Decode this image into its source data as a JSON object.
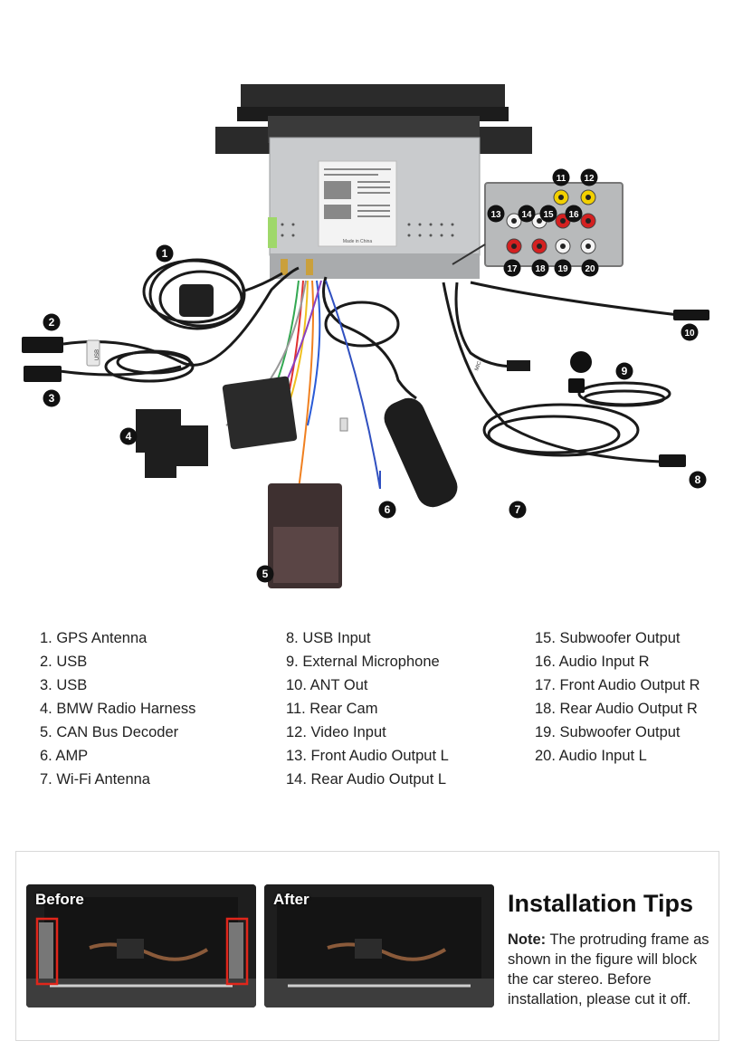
{
  "callouts": [
    "1",
    "2",
    "3",
    "4",
    "5",
    "6",
    "7",
    "8",
    "9",
    "10",
    "11",
    "12",
    "13",
    "14",
    "15",
    "16",
    "17",
    "18",
    "19",
    "20"
  ],
  "legend": {
    "col1": [
      "1. GPS Antenna",
      "2. USB",
      "3. USB",
      "4. BMW Radio Harness",
      "5. CAN Bus Decoder",
      "6. AMP",
      "7. Wi-Fi Antenna"
    ],
    "col2": [
      "8. USB Input",
      "9.  External Microphone",
      "10. ANT Out",
      "11. Rear Cam",
      "12. Video Input",
      "13. Front Audio Output L",
      "14. Rear Audio Output L"
    ],
    "col3": [
      "15. Subwoofer Output",
      "16. Audio Input R",
      "17. Front Audio Output R",
      "18. Rear Audio Output R",
      "19. Subwoofer Output",
      "20. Audio Input L"
    ]
  },
  "device_label": "Made in China",
  "usb_label": "USB",
  "mic_label": "MIC",
  "tips": {
    "before_label": "Before",
    "after_label": "After",
    "title": "Installation Tips",
    "note_label": "Note:",
    "note_text": " The protruding frame as shown in the figure will block the car stereo. Before installation, please cut it off."
  },
  "colors": {
    "callout_bg": "#111111",
    "rca_red": "#d42020",
    "rca_yellow": "#f2d000",
    "rca_white": "#f4f4f4",
    "highlight": "#e0261b"
  }
}
